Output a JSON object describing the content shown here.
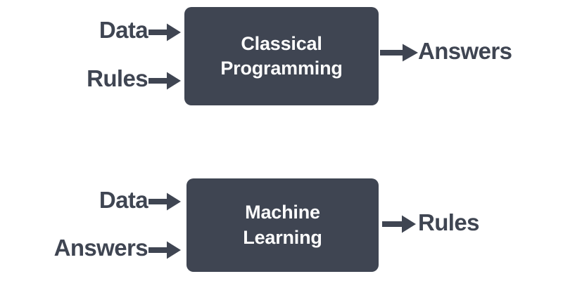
{
  "page": {
    "background_color": "#ffffff",
    "ink_color": "#3f4552",
    "box_fill_color": "#3f4552",
    "box_text_color": "#fdfdfd"
  },
  "diagrams": [
    {
      "id": "classical-programming",
      "process_lines": [
        "Classical",
        "Programming"
      ],
      "inputs": [
        {
          "label": "Data",
          "arrow": "right-arrow-icon"
        },
        {
          "label": "Rules",
          "arrow": "right-arrow-icon"
        }
      ],
      "outputs": [
        {
          "label": "Answers",
          "arrow": "right-arrow-icon"
        }
      ]
    },
    {
      "id": "machine-learning",
      "process_lines": [
        "Machine",
        "Learning"
      ],
      "inputs": [
        {
          "label": "Data",
          "arrow": "right-arrow-icon"
        },
        {
          "label": "Answers",
          "arrow": "right-arrow-icon"
        }
      ],
      "outputs": [
        {
          "label": "Rules",
          "arrow": "right-arrow-icon"
        }
      ]
    }
  ]
}
